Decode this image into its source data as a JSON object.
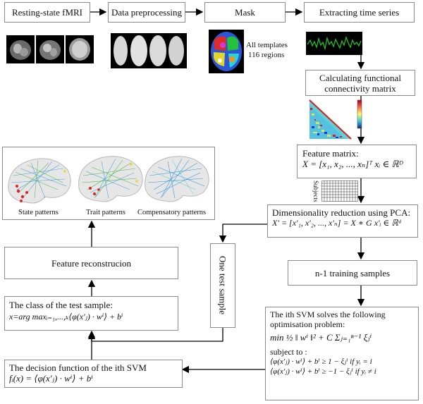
{
  "nodes": {
    "resting_state": "Resting-state fMRI",
    "preprocessing": "Data preprocessing",
    "mask": "Mask",
    "extract_ts": "Extracting time series",
    "calc_fc_1": "Calculating functional",
    "calc_fc_2": "connectivity matrix",
    "feature_matrix_title": "Feature matrix:",
    "feature_matrix_eq": "X = [x₁, x₂, ..., xₙ]ᵀ    xᵢ ∈ ℝᴰ",
    "subjects_label": "Subjects",
    "pca_title": "Dimensionality reduction using PCA:",
    "pca_eq": "X′ = [x′₁, x′₂, ..., x′ₙ] = X ∗ G    x′ᵢ ∈ ℝᵈ",
    "training": "n-1 training samples",
    "test_sample": "One test sample",
    "svm_line1": "The ith SVM solves the following",
    "svm_line2": "optimisation problem:",
    "svm_objective": "min ½ ‖ wⁱ ‖² + C Σⱼ₌₁ⁿ⁻¹ ξⱼⁱ",
    "svm_subject": "subject to :",
    "svm_c1": "⟨φ(x′ⱼ) · wⁱ⟩ + bⁱ ≥ 1 − ξⱼⁱ   if   yᵢ = i",
    "svm_c2": "⟨φ(x′ⱼ) · wⁱ⟩ + bⁱ ≥ −1 − ξⱼⁱ   if   yᵢ ≠ i",
    "decision_title": "The decision function of the ith SVM",
    "decision_eq": "fᵢ(x) = ⟨φ(x′ⱼ) · wⁱ⟩ + bⁱ",
    "class_title": "The class of the test sample:",
    "class_eq": "x=arg maxᵢ₌₁,...,ₖ⟨φ(x′ⱼ) · wⁱ⟩ + bⁱ",
    "reconstruction": "Feature reconstrucion",
    "state_patterns": "State patterns",
    "trait_patterns": "Trait patterns",
    "comp_patterns": "Compensatory patterns",
    "templates_1": "All templates",
    "templates_2": "116 regions"
  },
  "colors": {
    "border": "#8a8a8a",
    "arrow": "#000000",
    "timeseries": "#22c22b",
    "matrix_red": "#d81e1e",
    "matrix_blue": "#1c3cd8",
    "brain_net_blue": "#2a8fd6",
    "brain_net_green": "#3fae3f"
  }
}
